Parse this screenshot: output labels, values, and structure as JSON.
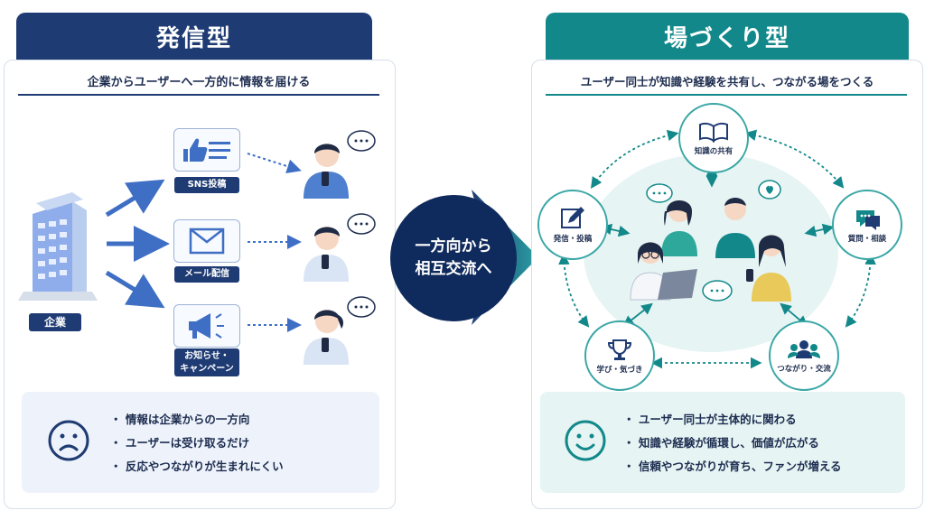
{
  "left": {
    "title": "発信型",
    "subtitle": "企業からユーザーへ一方的に情報を届ける",
    "company_label": "企業",
    "channels": [
      {
        "label": "SNS投稿",
        "icon": "thumbs-up-icon"
      },
      {
        "label": "メール配信",
        "icon": "envelope-icon"
      },
      {
        "label": "お知らせ・\nキャンペーン",
        "icon": "megaphone-icon"
      }
    ],
    "face": "sad-face-icon",
    "bullets": [
      "情報は企業からの一方向",
      "ユーザーは受け取るだけ",
      "反応やつながりが生まれにくい"
    ]
  },
  "center": {
    "line1": "一方向から",
    "line2": "相互交流へ"
  },
  "right": {
    "title": "場づくり型",
    "subtitle": "ユーザー同士が知識や経験を共有し、つながる場をつくる",
    "nodes": [
      {
        "label": "知識の共有",
        "icon": "book-icon"
      },
      {
        "label": "発信・投稿",
        "icon": "edit-icon"
      },
      {
        "label": "質問・相談",
        "icon": "chat-icon"
      },
      {
        "label": "学び・気づき",
        "icon": "trophy-icon"
      },
      {
        "label": "つながり・交流",
        "icon": "group-icon"
      }
    ],
    "face": "happy-face-icon",
    "bullets": [
      "ユーザー同士が主体的に関わる",
      "知識や経験が循環し、価値が広がる",
      "信頼やつながりが育ち、ファンが増える"
    ]
  },
  "colors": {
    "navy": "#1f3b73",
    "teal": "#12888a",
    "light_teal": "#e6f4f3",
    "light_blue": "#eef3fb"
  }
}
